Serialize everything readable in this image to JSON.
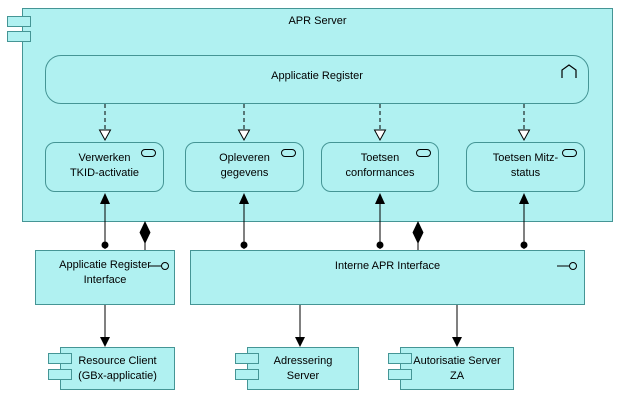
{
  "colors": {
    "node_fill": "#b0f1f1",
    "node_border": "#459595",
    "connector": "#000000",
    "background": "#ffffff"
  },
  "nodes": {
    "apr_server": {
      "label": "APR Server"
    },
    "applicatie_register": {
      "label": "Applicatie Register"
    },
    "services": [
      {
        "line1": "Verwerken",
        "line2": "TKID-activatie"
      },
      {
        "line1": "Opleveren",
        "line2": "gegevens"
      },
      {
        "line1": "Toetsen",
        "line2": "conformances"
      },
      {
        "line1": "Toetsen Mitz-",
        "line2": "status"
      }
    ],
    "interfaces": [
      {
        "line1": "Applicatie Register",
        "line2": "Interface"
      },
      {
        "line1": "Interne APR Interface",
        "line2": ""
      }
    ],
    "components": [
      {
        "line1": "Resource Client",
        "line2": "(GBx-applicatie)"
      },
      {
        "line1": "Adressering",
        "line2": "Server"
      },
      {
        "line1": "Autorisatie Server",
        "line2": "ZA"
      }
    ]
  },
  "relations": [
    {
      "type": "dashed-open-arrow",
      "from": "Applicatie Register",
      "to": "Verwerken TKID-activatie"
    },
    {
      "type": "dashed-open-arrow",
      "from": "Applicatie Register",
      "to": "Opleveren gegevens"
    },
    {
      "type": "dashed-open-arrow",
      "from": "Applicatie Register",
      "to": "Toetsen conformances"
    },
    {
      "type": "dashed-open-arrow",
      "from": "Applicatie Register",
      "to": "Toetsen Mitz-status"
    },
    {
      "type": "ball-and-arrow",
      "from": "Applicatie Register Interface",
      "to": "Verwerken TKID-activatie"
    },
    {
      "type": "ball-and-arrow",
      "from": "Interne APR Interface",
      "to": "Opleveren gegevens"
    },
    {
      "type": "ball-and-arrow",
      "from": "Interne APR Interface",
      "to": "Toetsen conformances"
    },
    {
      "type": "ball-and-arrow",
      "from": "Interne APR Interface",
      "to": "Toetsen Mitz-status"
    },
    {
      "type": "filled-diamond",
      "from": "APR Server",
      "to": "Applicatie Register Interface"
    },
    {
      "type": "filled-diamond",
      "from": "APR Server",
      "to": "Interne APR Interface"
    },
    {
      "type": "solid-arrow",
      "from": "Applicatie Register Interface",
      "to": "Resource Client (GBx-applicatie)"
    },
    {
      "type": "solid-arrow",
      "from": "Interne APR Interface",
      "to": "Adressering Server"
    },
    {
      "type": "solid-arrow",
      "from": "Interne APR Interface",
      "to": "Autorisatie Server ZA"
    }
  ]
}
